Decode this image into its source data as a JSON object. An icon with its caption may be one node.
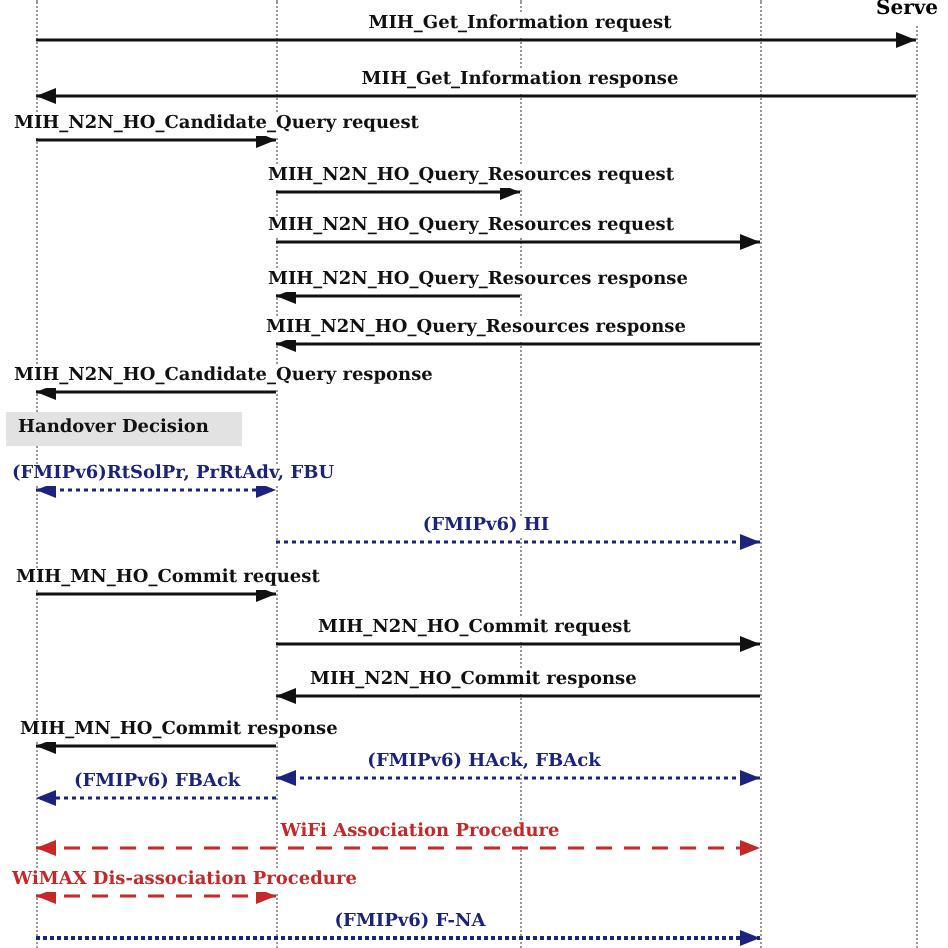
{
  "diagram": {
    "nodes": [
      {
        "text": [],
        "shape": "line"
      },
      {
        "text": [],
        "shape": "line"
      },
      {
        "text": [],
        "shape": "line"
      },
      {
        "text": [],
        "shape": "line"
      },
      {
        "text": [],
        "shape": "line",
        "beside": [
          "Serve"
        ]
      },
      {
        "text": [
          "Handover Decision"
        ]
      }
    ],
    "edges": [
      {
        "from": 0,
        "to": 4,
        "arrow": "to",
        "label": "MIH_Get_Information request"
      },
      {
        "from": 4,
        "to": 0,
        "arrow": "to",
        "label": "MIH_Get_Information response"
      },
      {
        "from": 0,
        "to": 1,
        "arrow": "to",
        "label": "MIH_N2N_HO_Candidate_Query request"
      },
      {
        "from": 1,
        "to": 2,
        "arrow": "to",
        "label": "MIH_N2N_HO_Query_Resources request"
      },
      {
        "from": 1,
        "to": 3,
        "arrow": "to",
        "label": "MIH_N2N_HO_Query_Resources request"
      },
      {
        "from": 2,
        "to": 1,
        "arrow": "to",
        "label": "MIH_N2N_HO_Query_Resources response"
      },
      {
        "from": 3,
        "to": 1,
        "arrow": "to",
        "label": "MIH_N2N_HO_Query_Resources response"
      },
      {
        "from": 1,
        "to": 0,
        "arrow": "to",
        "label": "MIH_N2N_HO_Candidate_Query response"
      },
      {
        "from": 0,
        "to": 1,
        "arrow": "both",
        "label": "(FMIPv6)RtSolPr, PrRtAdv, FBU",
        "style": "dashed",
        "color": "#1a237e"
      },
      {
        "from": 1,
        "to": 3,
        "arrow": "to",
        "label": "(FMIPv6) HI",
        "style": "dashed",
        "color": "#1a237e"
      },
      {
        "from": 0,
        "to": 1,
        "arrow": "to",
        "label": "MIH_MN_HO_Commit request"
      },
      {
        "from": 1,
        "to": 3,
        "arrow": "to",
        "label": "MIH_N2N_HO_Commit request"
      },
      {
        "from": 3,
        "to": 1,
        "arrow": "to",
        "label": "MIH_N2N_HO_Commit response"
      },
      {
        "from": 1,
        "to": 0,
        "arrow": "to",
        "label": "MIH_MN_HO_Commit response"
      },
      {
        "from": 1,
        "to": 3,
        "arrow": "both",
        "label": "(FMIPv6) HAck, FBAck",
        "style": "dashed",
        "color": "#1a237e"
      },
      {
        "from": 1,
        "to": 0,
        "arrow": "to",
        "label": "(FMIPv6) FBAck",
        "style": "dashed",
        "color": "#1a237e"
      },
      {
        "from": 0,
        "to": 3,
        "arrow": "both",
        "label": "WiFi Association Procedure",
        "style": "dashed",
        "color": "#c62828"
      },
      {
        "from": 0,
        "to": 1,
        "arrow": "both",
        "label": "WiMAX Dis-association Procedure",
        "style": "dashed",
        "color": "#c62828"
      },
      {
        "from": 0,
        "to": 3,
        "arrow": "to",
        "label": "(FMIPv6) F-NA",
        "style": "dashed",
        "color": "#1a237e"
      }
    ]
  }
}
